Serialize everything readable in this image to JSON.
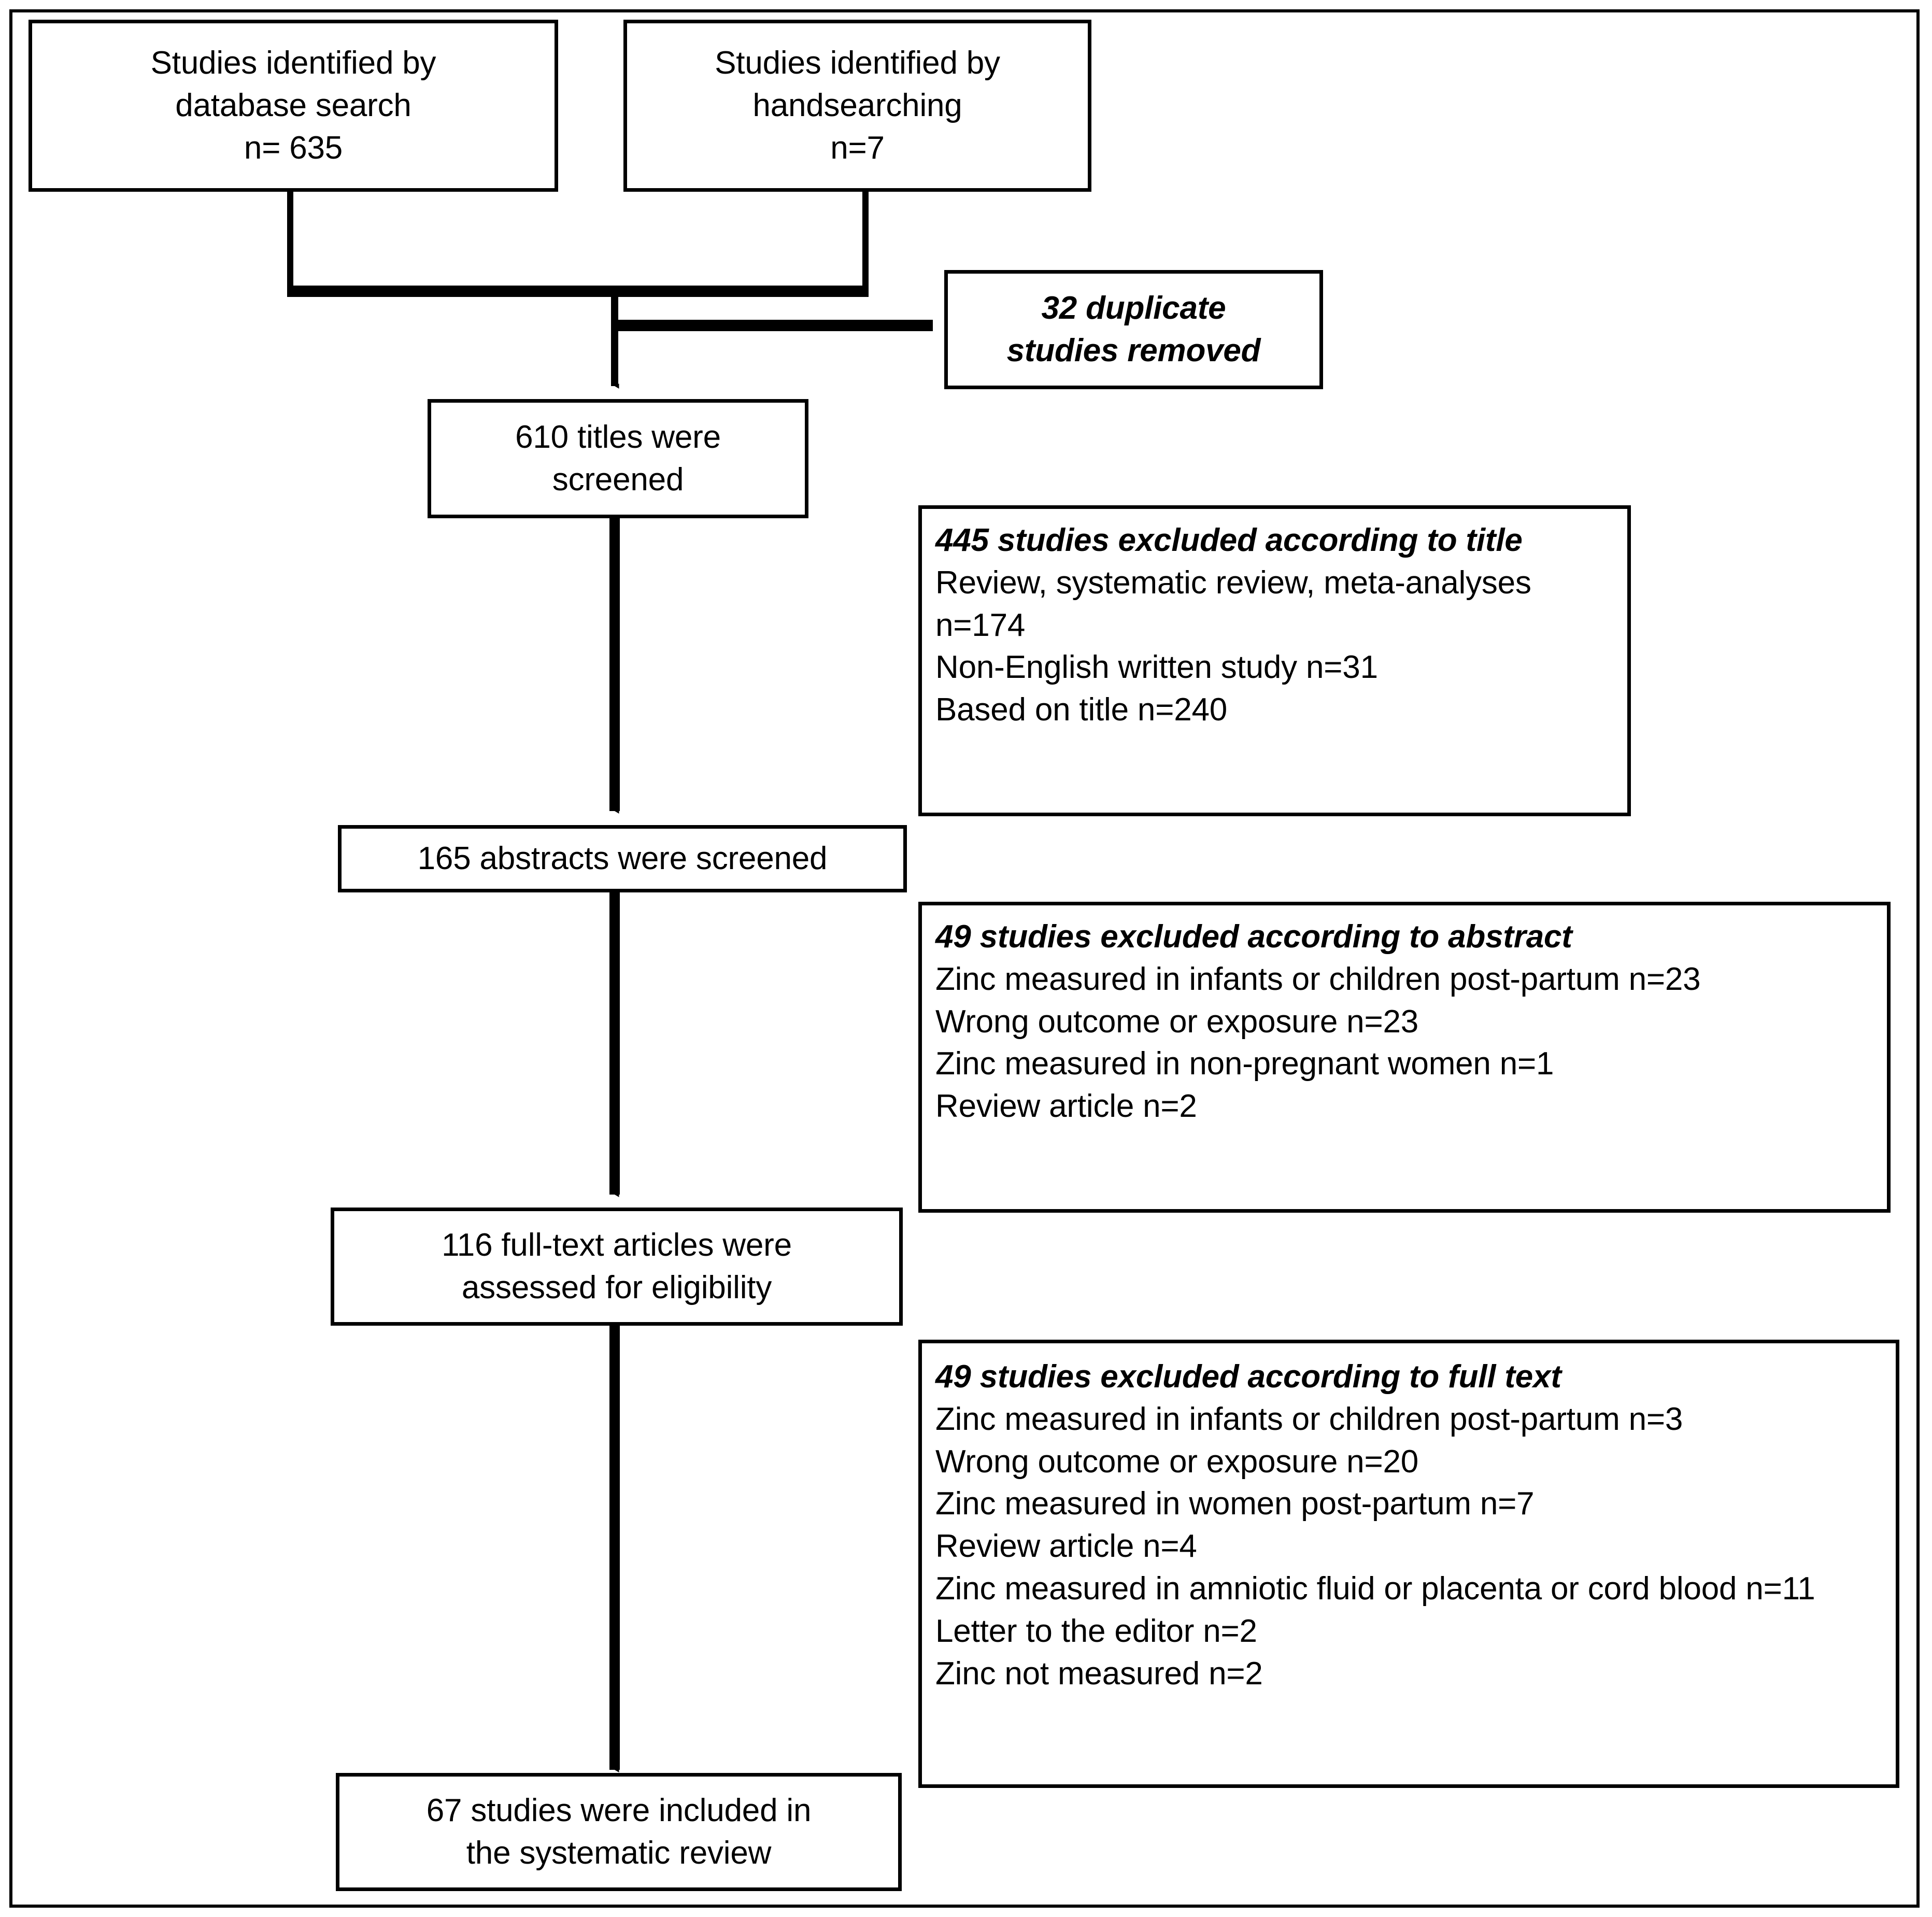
{
  "diagram": {
    "type": "prisma-flow-diagram",
    "title": "",
    "orientation": "vertical",
    "border_color": "#000000",
    "background_color": "#ffffff",
    "text_color": "#000000"
  },
  "nodes": {
    "source_database": {
      "lines": [
        "Studies identified by",
        "database search",
        "n= 635"
      ],
      "count": 635,
      "style": "center"
    },
    "source_handsearch": {
      "lines": [
        "Studies identified by",
        "handsearching",
        "n=7"
      ],
      "count": 7,
      "style": "center"
    },
    "duplicates_removed": {
      "lines": [
        "32 duplicate",
        "studies removed"
      ],
      "count": 32,
      "style": "center-italic"
    },
    "titles_screened": {
      "lines": [
        "610 titles were",
        "screened"
      ],
      "count": 610,
      "style": "center"
    },
    "excluded_title": {
      "heading": "445 studies excluded according to title",
      "count": 445,
      "reasons": [
        "Review, systematic review, meta-analyses n=174",
        "Non-English written study n=31",
        "Based on title n=240"
      ],
      "style": "left"
    },
    "abstracts_screened": {
      "lines": [
        "165 abstracts were screened"
      ],
      "count": 165,
      "style": "center"
    },
    "excluded_abstract": {
      "heading": "49 studies excluded according to abstract",
      "count": 49,
      "reasons": [
        "Zinc measured in infants or children post-partum n=23",
        "Wrong outcome or exposure n=23",
        "Zinc measured in non-pregnant women n=1",
        "Review article n=2"
      ],
      "style": "left"
    },
    "fulltext_assessed": {
      "lines": [
        "116 full-text articles were",
        "assessed for eligibility"
      ],
      "count": 116,
      "style": "center"
    },
    "excluded_fulltext": {
      "heading": "49 studies excluded according to full text",
      "count": 49,
      "reasons": [
        "Zinc measured in infants or children post-partum n=3",
        "Wrong outcome or exposure n=20",
        "Zinc measured in women post-partum n=7",
        "Review article n=4",
        "Zinc measured in amniotic fluid or placenta or cord blood n=11",
        "Letter to the editor n=2",
        "Zinc not measured n=2"
      ],
      "style": "left"
    },
    "included": {
      "lines": [
        "67 studies were included in",
        "the systematic review"
      ],
      "count": 67,
      "style": "center"
    }
  },
  "text": {
    "source_database_l1": "Studies identified by",
    "source_database_l2": "database search",
    "source_database_l3": "n= 635",
    "source_handsearch_l1": "Studies identified by",
    "source_handsearch_l2": "handsearching",
    "source_handsearch_l3": "n=7",
    "duplicates_l1": "32 duplicate",
    "duplicates_l2": "studies removed",
    "titles_l1": "610 titles were",
    "titles_l2": "screened",
    "excl_title_head": "445 studies excluded according to title",
    "excl_title_r1": "Review, systematic review, meta-analyses n=174",
    "excl_title_r2": "Non-English written study n=31",
    "excl_title_r3": "Based on title n=240",
    "abstracts_l1": "165 abstracts were screened",
    "excl_abs_head": "49 studies excluded according to abstract",
    "excl_abs_r1": "Zinc measured in infants or children post-partum n=23",
    "excl_abs_r2": "Wrong outcome or exposure n=23",
    "excl_abs_r3": "Zinc measured in non-pregnant women n=1",
    "excl_abs_r4": "Review article n=2",
    "fulltext_l1": "116 full-text articles were",
    "fulltext_l2": "assessed for eligibility",
    "excl_ft_head": "49 studies excluded according to full text",
    "excl_ft_r1": "Zinc measured in infants or children post-partum n=3",
    "excl_ft_r2": "Wrong outcome or exposure n=20",
    "excl_ft_r3": "Zinc measured in women post-partum n=7",
    "excl_ft_r4": "Review article n=4",
    "excl_ft_r5": "Zinc measured in amniotic fluid or placenta or cord blood n=11",
    "excl_ft_r6": "Letter to the editor n=2",
    "excl_ft_r7": "Zinc not measured n=2",
    "included_l1": "67 studies were included in",
    "included_l2": "the systematic review"
  }
}
